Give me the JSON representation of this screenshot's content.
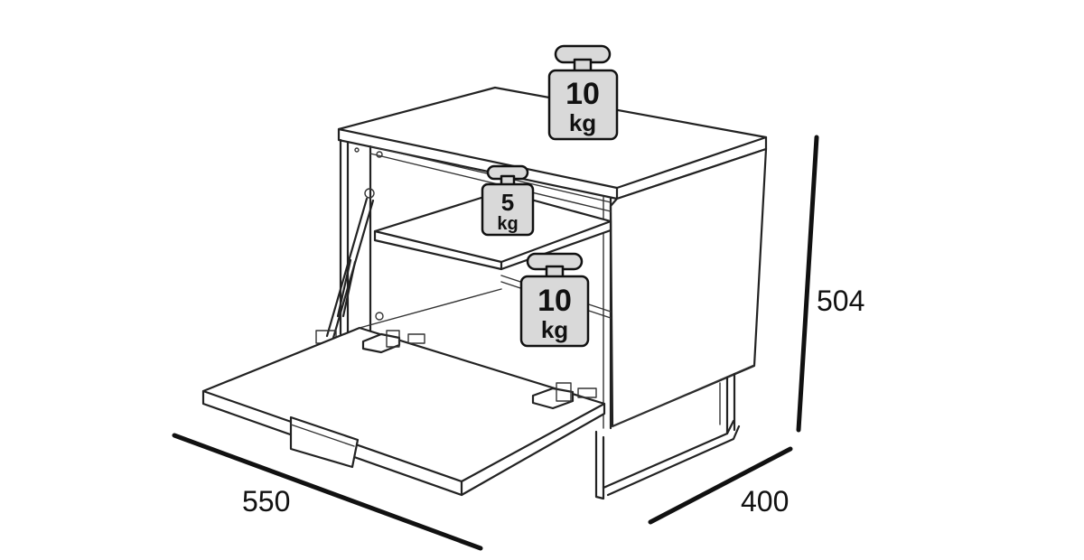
{
  "dimensions": {
    "width": "550",
    "height": "504",
    "depth": "400"
  },
  "weights": {
    "top": {
      "value": "10",
      "unit": "kg"
    },
    "shelf": {
      "value": "5",
      "unit": "kg"
    },
    "flap": {
      "value": "10",
      "unit": "kg"
    }
  },
  "colors": {
    "outline": "#222222",
    "weight_fill": "#d9d9d9",
    "background": "#ffffff"
  }
}
